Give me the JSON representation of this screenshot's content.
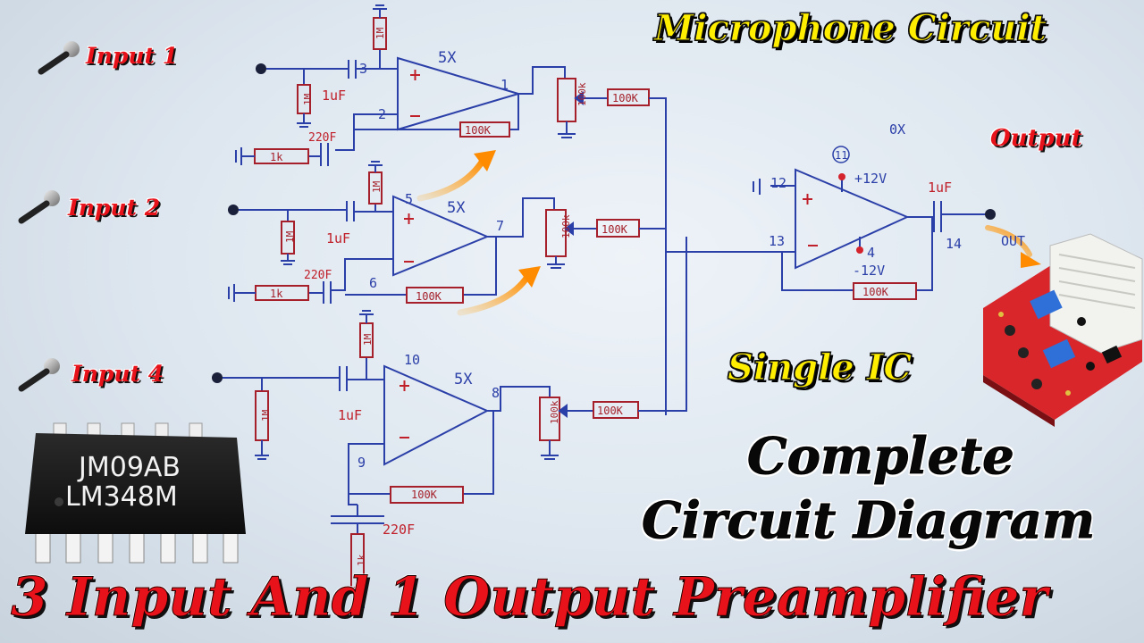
{
  "titles": {
    "microphone_circuit": "Microphone Circuit",
    "output": "Output",
    "single_ic": "Single IC",
    "complete": "Complete",
    "circuit_diagram": "Circuit Diagram",
    "bottom_banner": "3 Input And 1 Output Preamplifier"
  },
  "inputs": [
    "Input 1",
    "Input 2",
    "Input 4"
  ],
  "chip": {
    "line1": "JM09AB",
    "line2": "LM348M"
  },
  "stage1": {
    "pin_plus": "3",
    "pin_minus": "2",
    "pin_out": "1",
    "gain": "5X",
    "cap_in": "1uF",
    "cap_fb": "220F",
    "r_ground": "1k",
    "r_fb": "100K",
    "pot": "100k",
    "r_mix": "100K",
    "r_bias": "1M",
    "r_top": "1M"
  },
  "stage2": {
    "pin_plus": "5",
    "pin_minus": "6",
    "pin_out": "7",
    "gain": "5X",
    "cap_in": "1uF",
    "cap_fb": "220F",
    "r_ground": "1k",
    "r_fb": "100K",
    "pot": "100k",
    "r_mix": "100K",
    "r_bias": "1M",
    "r_top": "1M"
  },
  "stage3": {
    "pin_plus": "10",
    "pin_minus": "9",
    "pin_out": "8",
    "gain": "5X",
    "cap_in": "1uF",
    "cap_fb": "220F",
    "r_ground": "1k",
    "r_fb": "100K",
    "pot": "100k",
    "r_mix": "100K",
    "r_bias": "1M",
    "r_top": "1M"
  },
  "mixer": {
    "pin_plus": "12",
    "pin_minus": "13",
    "pin_out": "14",
    "pin_vcc": "11",
    "pin_vee": "4",
    "vcc": "+12V",
    "vee": "-12V",
    "gain": "0X",
    "cap_out": "1uF",
    "r_fb": "100K",
    "out_label": "OUT"
  },
  "colors": {
    "ink": "#2b3fa8",
    "resistor": "#a5202a",
    "arrow": "#ff8c00"
  }
}
